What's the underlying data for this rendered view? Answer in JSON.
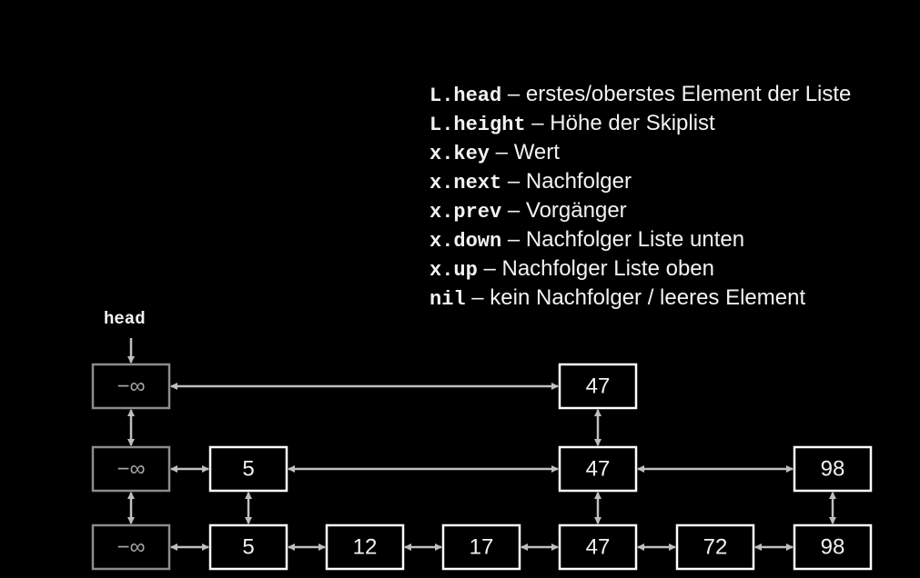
{
  "legend": [
    {
      "key": "L.head",
      "desc": " – erstes/oberstes Element der Liste"
    },
    {
      "key": "L.height",
      "desc": " – Höhe der Skiplist"
    },
    {
      "key": "x.key",
      "desc": " – Wert"
    },
    {
      "key": "x.next",
      "desc": " – Nachfolger"
    },
    {
      "key": "x.prev",
      "desc": " – Vorgänger"
    },
    {
      "key": "x.down",
      "desc": " – Nachfolger Liste unten"
    },
    {
      "key": "x.up",
      "desc": " – Nachfolger Liste oben"
    },
    {
      "key": "nil",
      "desc": " – kein Nachfolger / leeres Element"
    }
  ],
  "head_label": "head",
  "levels": [
    [
      "−∞",
      "47"
    ],
    [
      "−∞",
      "5",
      "47",
      "98"
    ],
    [
      "−∞",
      "5",
      "12",
      "17",
      "47",
      "72",
      "98"
    ]
  ]
}
